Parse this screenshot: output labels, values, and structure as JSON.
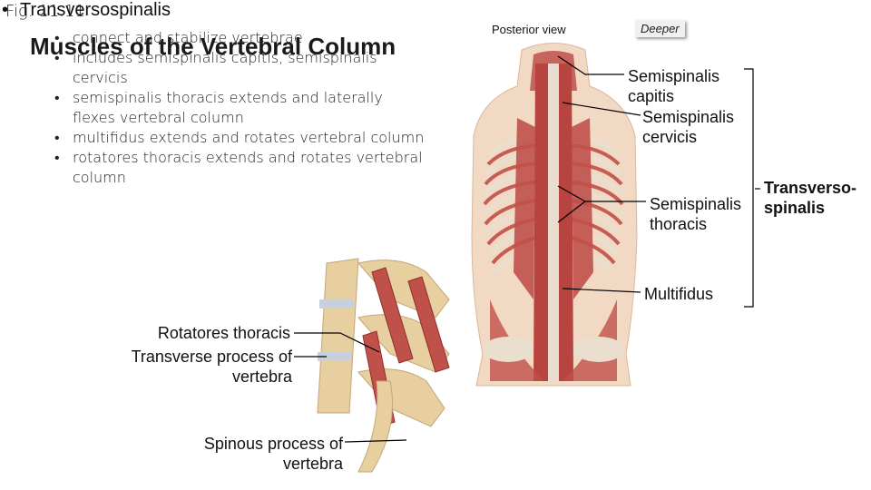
{
  "fig_label": "Fig. 11.11",
  "title": "Muscles of the Vertebral Column",
  "main_bullet": "Transversospinalis",
  "sub_bullets": [
    "connect and stabilize vertebrae",
    "includes semispinalis capitis, semispinalis cervicis",
    "semispinalis thoracis extends and laterally flexes vertebral column",
    "multifidus extends and rotates vertebral column",
    "rotatores thoracis extends and rotates vertebral column"
  ],
  "figure": {
    "posterior_view": "Posterior view",
    "deeper": "Deeper",
    "labels": {
      "semispinalis_capitis": "Semispinalis capitis",
      "semispinalis_cervicis": "Semispinalis cervicis",
      "semispinalis_thoracis": "Semispinalis thoracis",
      "multifidus": "Multifidus",
      "group": "Transverso- spinalis",
      "rotatores_thoracis": "Rotatores thoracis",
      "transverse_process": "Transverse process of vertebra",
      "spinous_process": "Spinous process of vertebra"
    }
  },
  "colors": {
    "muscle": "#c0504a",
    "muscle_dark": "#8e2f2b",
    "tendon": "#e8ddd0",
    "bone": "#e8cfa0",
    "disc": "#c8d0dc"
  }
}
